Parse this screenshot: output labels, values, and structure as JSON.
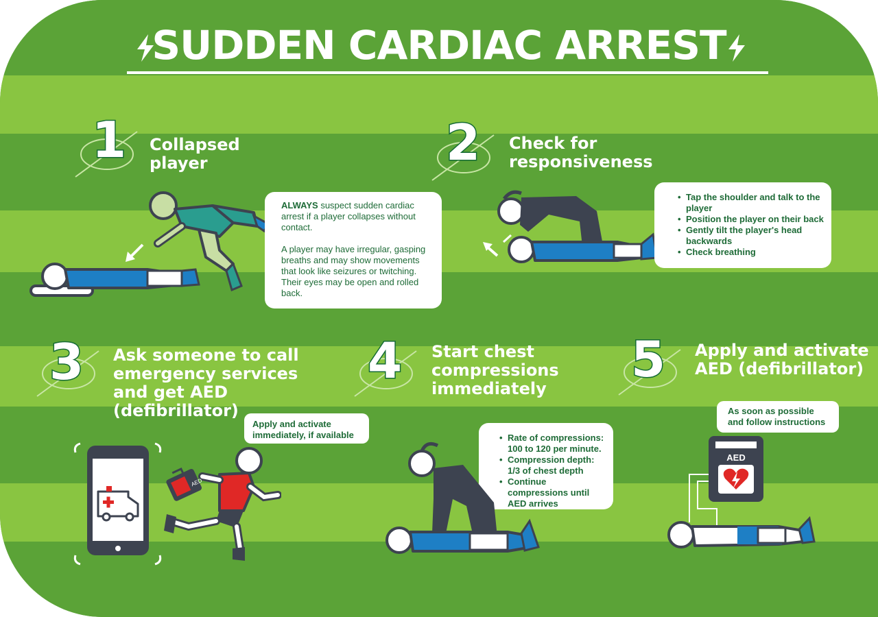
{
  "title": "SUDDEN CARDIAC ARREST",
  "colors": {
    "dark_green": "#5ba337",
    "light_green": "#89c541",
    "text_green": "#1e6b37",
    "shirt_blue": "#1e7fc5",
    "navy": "#3d4350",
    "red": "#e02826"
  },
  "steps": [
    {
      "number": "1",
      "heading_lines": [
        "Collapsed",
        "player"
      ],
      "bubble": {
        "emphasis": "ALWAYS",
        "lead": " suspect sudden cardiac arrest if a player collapses without contact.",
        "paragraph": "A player may have irregular, gasping breaths and may show movements that look like seizures or twitching. Their eyes may be open and rolled back."
      }
    },
    {
      "number": "2",
      "heading_lines": [
        "Check for",
        "responsiveness"
      ],
      "bullets": [
        "Tap the shoulder and talk to the player",
        "Position the player on their back",
        "Gently tilt the player's head backwards",
        "Check breathing"
      ]
    },
    {
      "number": "3",
      "heading_lines": [
        "Ask someone to call",
        "emergency services",
        "and get AED",
        "(defibrillator)"
      ],
      "bubble_text": "Apply and activate immediately, if available",
      "aed_case_label": "AED"
    },
    {
      "number": "4",
      "heading_lines": [
        "Start chest",
        "compressions",
        "immediately"
      ],
      "bullets": [
        "Rate of compressions: 100 to 120 per minute.",
        "Compression depth: 1/3 of chest depth",
        "Continue compressions until AED arrives"
      ]
    },
    {
      "number": "5",
      "heading_lines": [
        "Apply and activate",
        "AED (defibrillator)"
      ],
      "bubble_text": "As soon as possible and follow instructions",
      "aed_label": "AED"
    }
  ]
}
